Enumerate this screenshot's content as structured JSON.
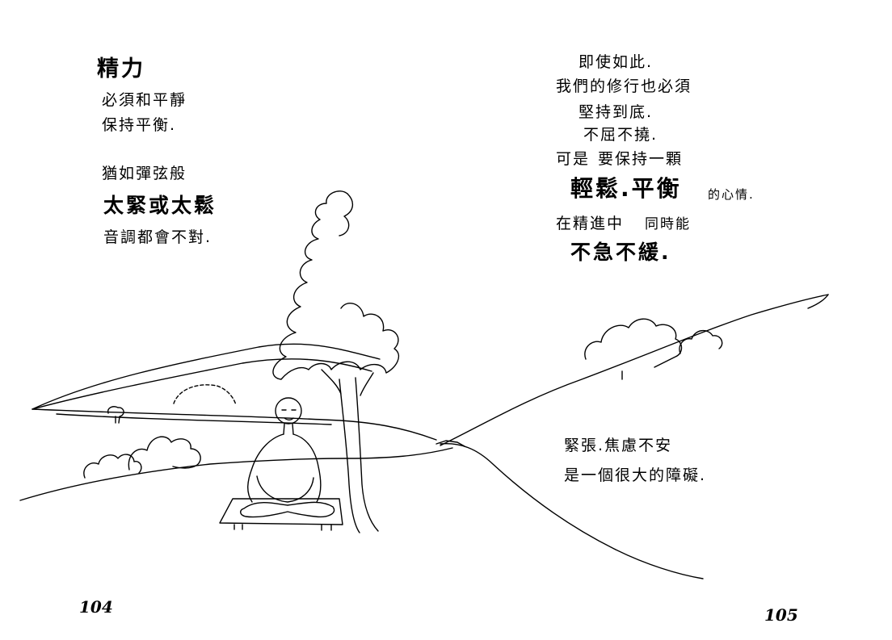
{
  "left_page": {
    "heading": "精力",
    "line1": "必須和平靜",
    "line2": "保持平衡.",
    "line3": "猶如彈弦般",
    "line4": "太緊或太鬆",
    "line5": "音調都會不對.",
    "page_number": "104"
  },
  "right_page": {
    "line1": "即使如此.",
    "line2": "我們的修行也必須",
    "line3": "堅持到底.",
    "line4": "不屈不撓.",
    "line5_a": "可是",
    "line5_b": "要保持一顆",
    "line6_big": "輕鬆.平衡",
    "line6_small": "的心情.",
    "line7_a": "在精進中",
    "line7_b": "同時能",
    "line8": "不急不緩.",
    "line9": "緊張.焦慮不安",
    "line10": "是一個很大的障礙.",
    "page_number": "105"
  }
}
